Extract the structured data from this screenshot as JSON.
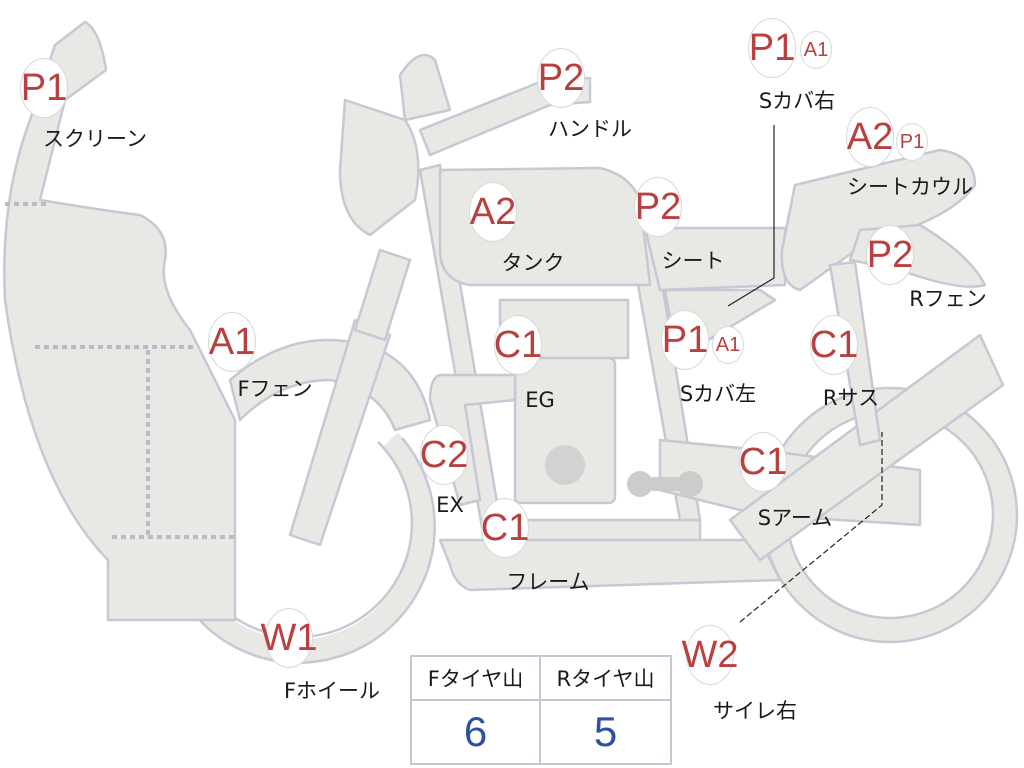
{
  "parts": [
    {
      "codes": [
        "P1"
      ],
      "name": "スクリーン"
    },
    {
      "codes": [
        "P2"
      ],
      "name": "ハンドル"
    },
    {
      "codes": [
        "P1",
        "A1"
      ],
      "name": "Sカバ右"
    },
    {
      "codes": [
        "A2",
        "P1"
      ],
      "name": "シートカウル"
    },
    {
      "codes": [
        "A2"
      ],
      "name": "タンク"
    },
    {
      "codes": [
        "P2"
      ],
      "name": "シート"
    },
    {
      "codes": [
        "P2"
      ],
      "name": "Rフェン"
    },
    {
      "codes": [
        "A1"
      ],
      "name": "Fフェン"
    },
    {
      "codes": [
        "C1"
      ],
      "name": "EG"
    },
    {
      "codes": [
        "P1",
        "A1"
      ],
      "name": "Sカバ左"
    },
    {
      "codes": [
        "C1"
      ],
      "name": "Rサス"
    },
    {
      "codes": [
        "C2"
      ],
      "name": "EX"
    },
    {
      "codes": [
        "C1"
      ],
      "name": "Sアーム"
    },
    {
      "codes": [
        "C1"
      ],
      "name": "フレーム"
    },
    {
      "codes": [
        "W1"
      ],
      "name": "Fホイール"
    },
    {
      "codes": [
        "W2"
      ],
      "name": "サイレ右"
    }
  ],
  "tire_table": {
    "headers": [
      "Fタイヤ山",
      "Rタイヤ山"
    ],
    "values": [
      "6",
      "5"
    ]
  },
  "colors": {
    "code": "#b8403f",
    "value": "#2f4fa0",
    "part_fill": "#e8e8e4",
    "part_stroke": "#c5c9d4"
  }
}
